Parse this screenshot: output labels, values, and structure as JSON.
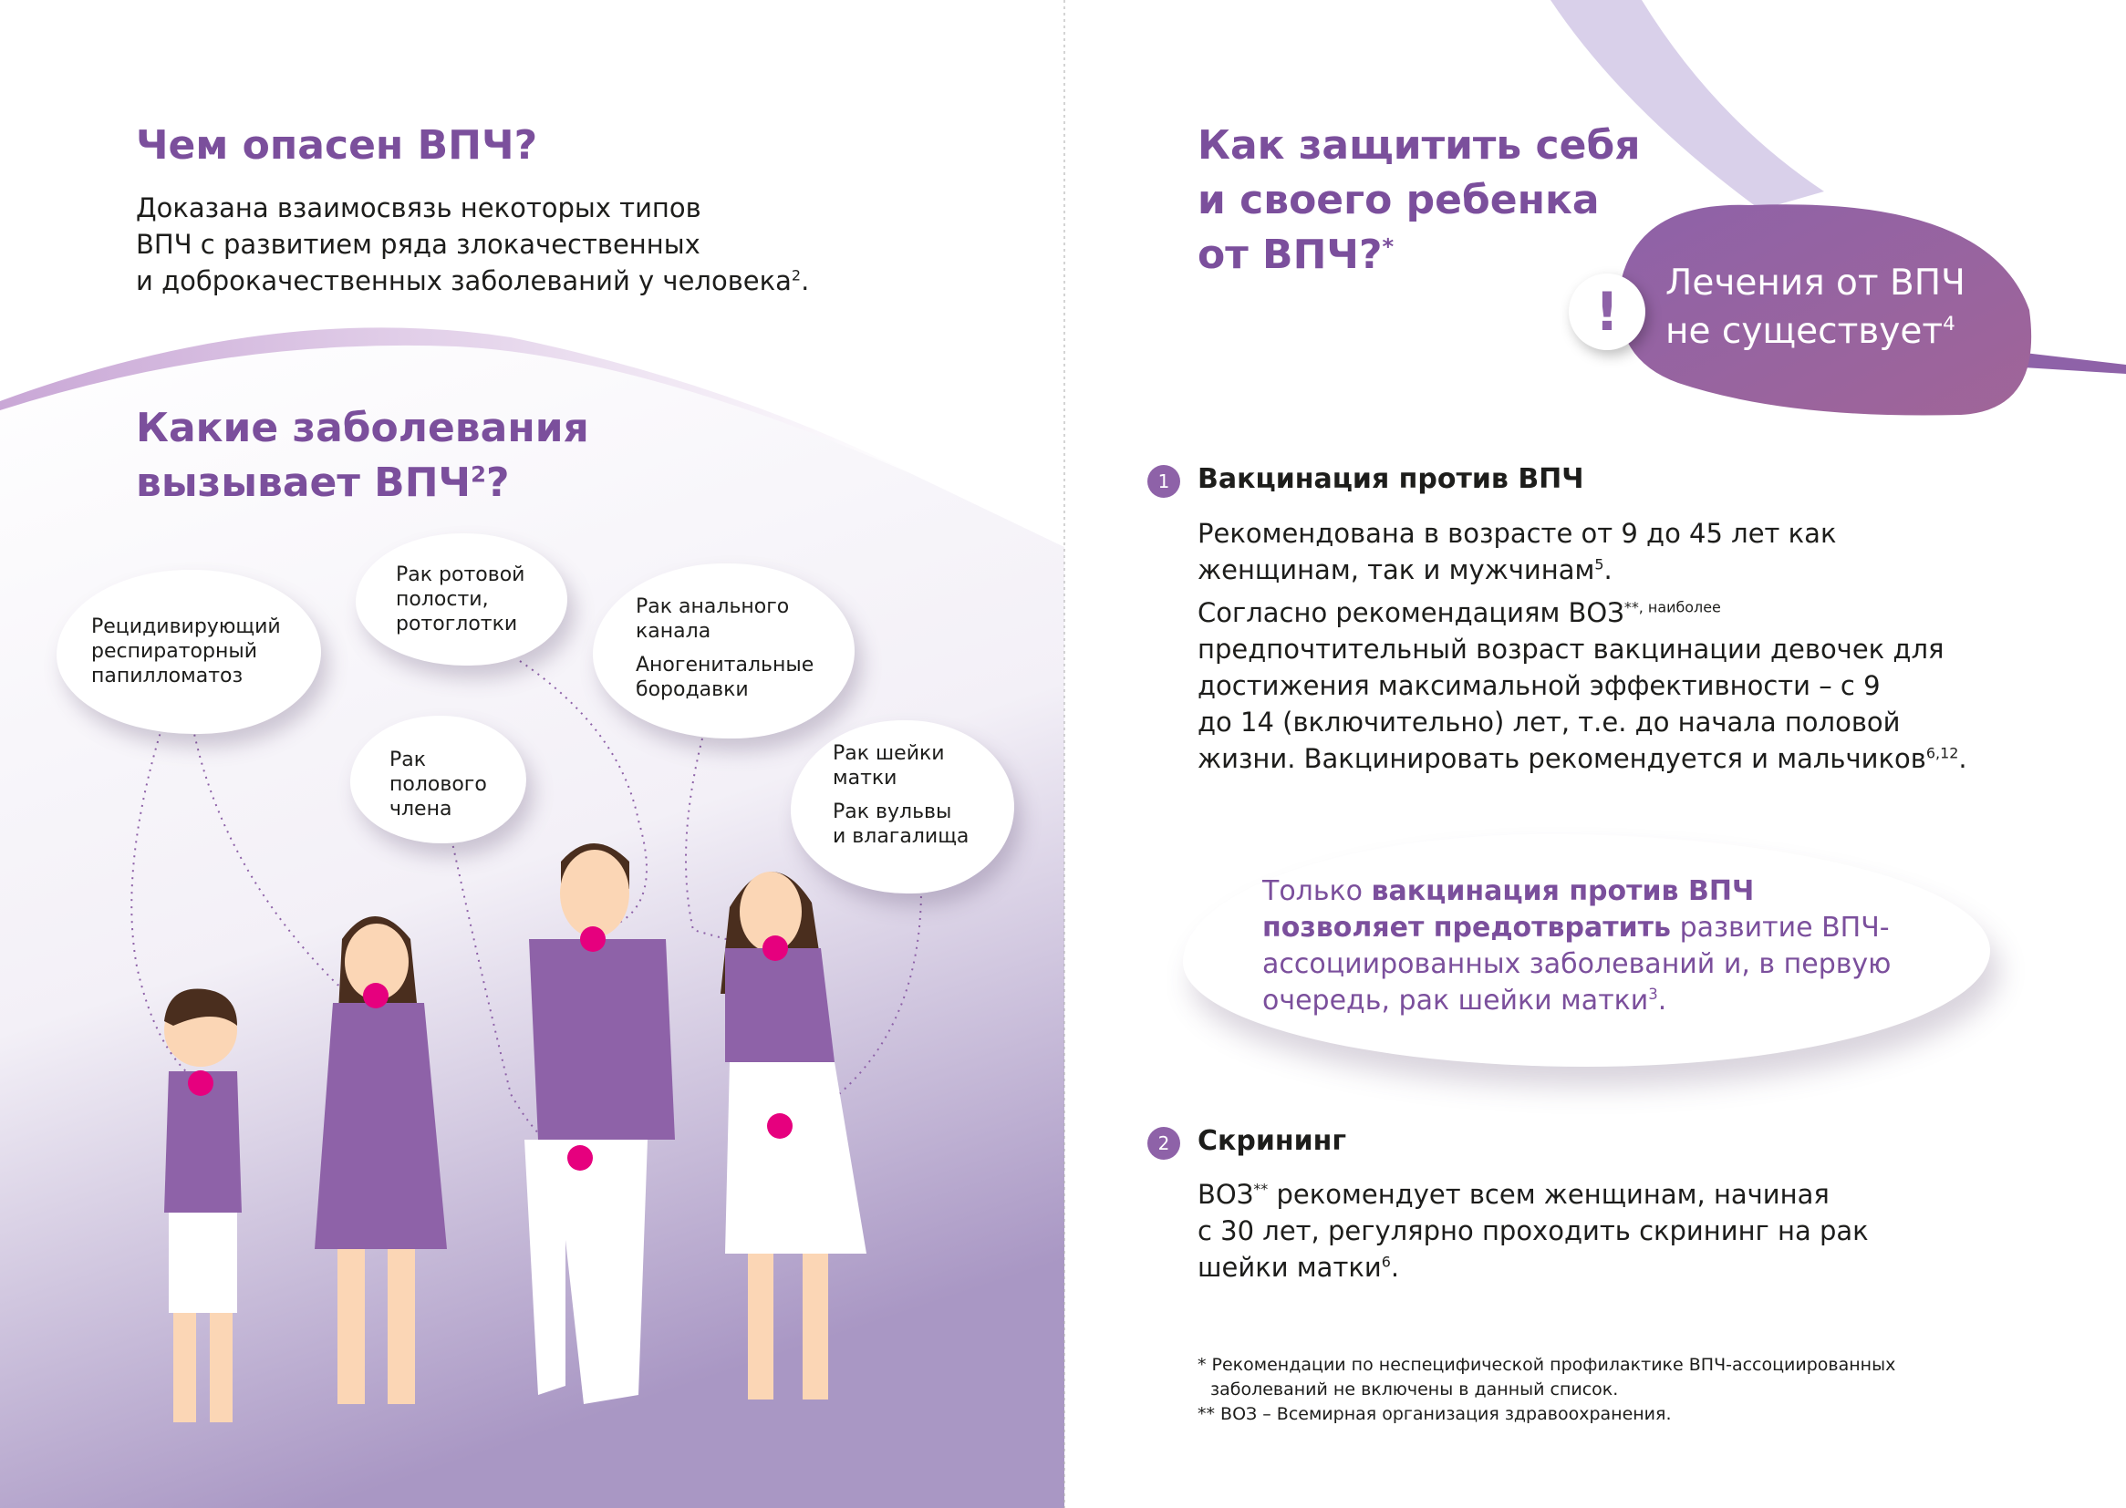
{
  "left": {
    "title1": "Чем опасен ВПЧ?",
    "intro": [
      "Доказана взаимосвязь некоторых типов",
      "ВПЧ с развитием ряда злокачественных",
      "и доброкачественных заболеваний у человека"
    ],
    "intro_sup": "2",
    "intro_end": ".",
    "title2_line1": "Какие заболевания",
    "title2_line2": "вызывает ВПЧ",
    "title2_sup": "2",
    "title2_end": "?",
    "bubbles": [
      {
        "lines": [
          "Рецидивирующий",
          "респираторный",
          "папилломатоз"
        ]
      },
      {
        "lines": [
          "Рак ротовой",
          "полости,",
          "ротоглотки"
        ]
      },
      {
        "lines": [
          "Рак анального",
          "канала"
        ],
        "lines2": [
          "Аногенитальные",
          "бородавки"
        ]
      },
      {
        "lines": [
          "Рак",
          "полового",
          "члена"
        ]
      },
      {
        "lines": [
          "Рак шейки",
          "матки"
        ],
        "lines2": [
          "Рак вульвы",
          "и влагалища"
        ]
      }
    ]
  },
  "right": {
    "title": [
      "Как защитить себя",
      "и своего ребенка",
      "от ВПЧ?"
    ],
    "title_sup": "*",
    "alert": {
      "icon": "!",
      "line1": "Лечения от ВПЧ",
      "line2": "не существует",
      "sup": "4"
    },
    "s1": {
      "num": "1",
      "heading": "Вакцинация против ВПЧ",
      "p1": [
        "Рекомендована в возрасте от 9 до 45 лет как",
        "женщинам, так и мужчинам"
      ],
      "p1_sup": "5",
      "p1_end": ".",
      "p2": [
        "Согласно рекомендациям ВОЗ",
        "**, наиболее",
        "предпочтительный возраст вакцинации девочек для",
        "достижения максимальной эффективности – с 9",
        "до 14 (включительно) лет, т.е. до начала половой",
        "жизни. Вакцинировать рекомендуется и мальчиков"
      ],
      "p2_sup": "6,12",
      "p2_end": "."
    },
    "quote": {
      "a": "Только ",
      "b": "вакцинация против ВПЧ",
      "c": "позволяет предотвратить",
      "d": " развитие ВПЧ-",
      "e": "ассоциированных заболеваний и, в первую",
      "f": "очередь, рак шейки матки",
      "sup": "3",
      "end": "."
    },
    "s2": {
      "num": "2",
      "heading": "Скрининг",
      "p": [
        "ВОЗ",
        "**",
        " рекомендует всем женщинам, начиная",
        "с 30 лет, регулярно проходить скрининг на рак",
        "шейки матки"
      ],
      "sup": "6",
      "end": "."
    },
    "footnotes": [
      "* Рекомендации по неспецифической профилактике ВПЧ-ассоциированных",
      "заболеваний не включены в данный список.",
      "** ВОЗ – Всемирная организация здравоохранения."
    ]
  },
  "colors": {
    "purple": "#7b4f9c",
    "accent": "#e6007e"
  }
}
